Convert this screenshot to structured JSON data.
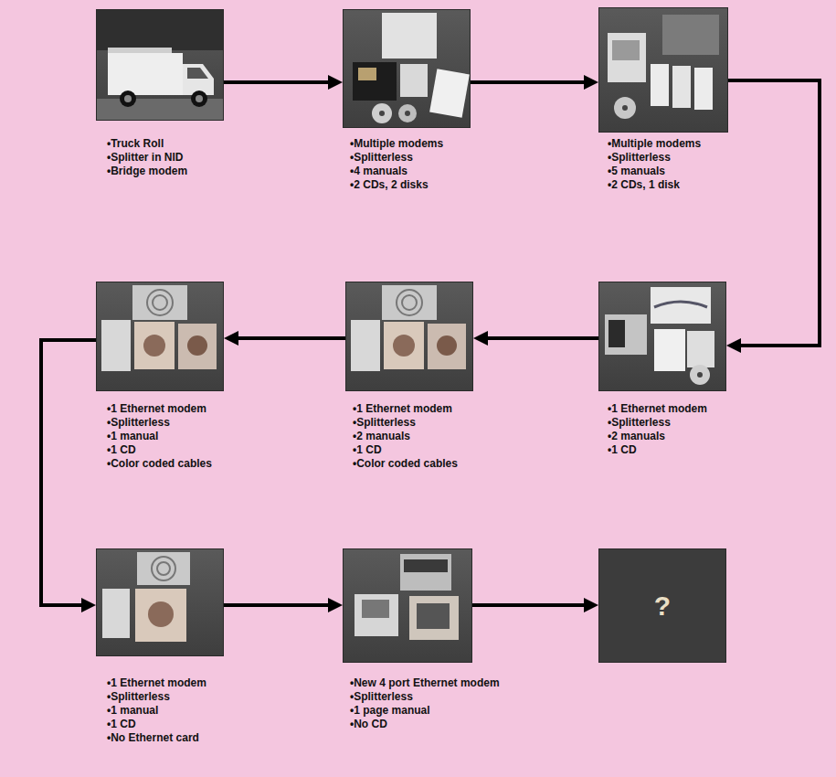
{
  "diagram": {
    "nodes": [
      {
        "text": [
          "•Truck Roll",
          "•Splitter in NID",
          "•Bridge modem"
        ]
      },
      {
        "text": [
          "•Multiple modems",
          "•Splitterless",
          "•4 manuals",
          "•2 CDs, 2 disks"
        ]
      },
      {
        "text": [
          "•Multiple modems",
          "•Splitterless",
          "•5 manuals",
          "•2 CDs, 1 disk"
        ]
      },
      {
        "text": [
          "•1 Ethernet modem",
          "•Splitterless",
          "•2 manuals",
          "•1 CD"
        ]
      },
      {
        "text": [
          "•1 Ethernet modem",
          "•Splitterless",
          "•2 manuals",
          "•1 CD",
          "•Color coded cables"
        ]
      },
      {
        "text": [
          "•1 Ethernet modem",
          "•Splitterless",
          "•1 manual",
          "•1 CD",
          "•Color coded cables"
        ]
      },
      {
        "text": [
          "•1 Ethernet modem",
          "•Splitterless",
          "•1 manual",
          "•1 CD",
          "•No Ethernet card"
        ]
      },
      {
        "text": [
          "•New 4 port Ethernet modem",
          "•Splitterless",
          "•1 page manual",
          "•No CD"
        ]
      },
      {
        "text": [
          "?"
        ]
      }
    ],
    "edges": [
      {
        "from": 0,
        "to": 1,
        "arrow": "to"
      },
      {
        "from": 1,
        "to": 2,
        "arrow": "to"
      },
      {
        "from": 2,
        "to": 3,
        "arrow": "to"
      },
      {
        "from": 3,
        "to": 4,
        "arrow": "to"
      },
      {
        "from": 4,
        "to": 5,
        "arrow": "to"
      },
      {
        "from": 5,
        "to": 6,
        "arrow": "to"
      },
      {
        "from": 6,
        "to": 7,
        "arrow": "to"
      },
      {
        "from": 7,
        "to": 8,
        "arrow": "to"
      }
    ]
  }
}
